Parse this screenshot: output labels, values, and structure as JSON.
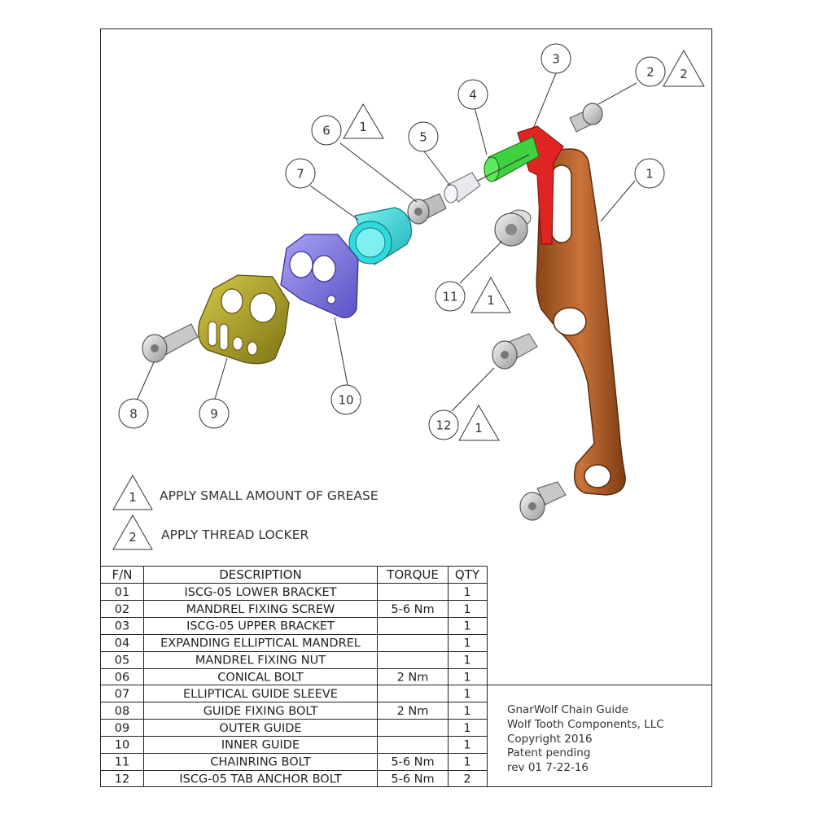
{
  "notes": [
    {
      "symbol": "1",
      "text": "APPLY SMALL AMOUNT OF GREASE"
    },
    {
      "symbol": "2",
      "text": "APPLY THREAD LOCKER"
    }
  ],
  "callouts": [
    {
      "id": "c1",
      "num": "1"
    },
    {
      "id": "c2",
      "num": "2",
      "flag": "2"
    },
    {
      "id": "c3",
      "num": "3"
    },
    {
      "id": "c4",
      "num": "4"
    },
    {
      "id": "c5",
      "num": "5"
    },
    {
      "id": "c6",
      "num": "6",
      "flag": "1"
    },
    {
      "id": "c7",
      "num": "7"
    },
    {
      "id": "c8",
      "num": "8"
    },
    {
      "id": "c9",
      "num": "9"
    },
    {
      "id": "c10",
      "num": "10"
    },
    {
      "id": "c11",
      "num": "11",
      "flag": "1"
    },
    {
      "id": "c12",
      "num": "12",
      "flag": "1"
    }
  ],
  "bom": {
    "headers": [
      "F/N",
      "DESCRIPTION",
      "TORQUE",
      "QTY"
    ],
    "rows": [
      [
        "01",
        "ISCG-05 LOWER BRACKET",
        "",
        "1"
      ],
      [
        "02",
        "MANDREL FIXING SCREW",
        "5-6 Nm",
        "1"
      ],
      [
        "03",
        "ISCG-05 UPPER BRACKET",
        "",
        "1"
      ],
      [
        "04",
        "EXPANDING ELLIPTICAL  MANDREL",
        "",
        "1"
      ],
      [
        "05",
        "MANDREL FIXING NUT",
        "",
        "1"
      ],
      [
        "06",
        "CONICAL BOLT",
        "2 Nm",
        "1"
      ],
      [
        "07",
        "ELLIPTICAL GUIDE SLEEVE",
        "",
        "1"
      ],
      [
        "08",
        "GUIDE FIXING BOLT",
        "2 Nm",
        "1"
      ],
      [
        "09",
        "OUTER GUIDE",
        "",
        "1"
      ],
      [
        "10",
        "INNER GUIDE",
        "",
        "1"
      ],
      [
        "11",
        "CHAINRING BOLT",
        "5-6 Nm",
        "1"
      ],
      [
        "12",
        "ISCG-05 TAB ANCHOR BOLT",
        "5-6 Nm",
        "2"
      ]
    ]
  },
  "title_block": [
    "GnarWolf Chain Guide",
    "Wolf Tooth Components, LLC",
    "Copyright 2016",
    "Patent pending",
    "rev 01  7-22-16"
  ],
  "colors": {
    "lower_bracket": "#b8652a",
    "upper_bracket": "#e02424",
    "mandrel": "#3fd13f",
    "nut": "#e8e8ee",
    "sleeve": "#2fd9dc",
    "outer_guide": "#b3a82a",
    "inner_guide": "#7a72e0",
    "bolt": "#d2d2d2"
  }
}
